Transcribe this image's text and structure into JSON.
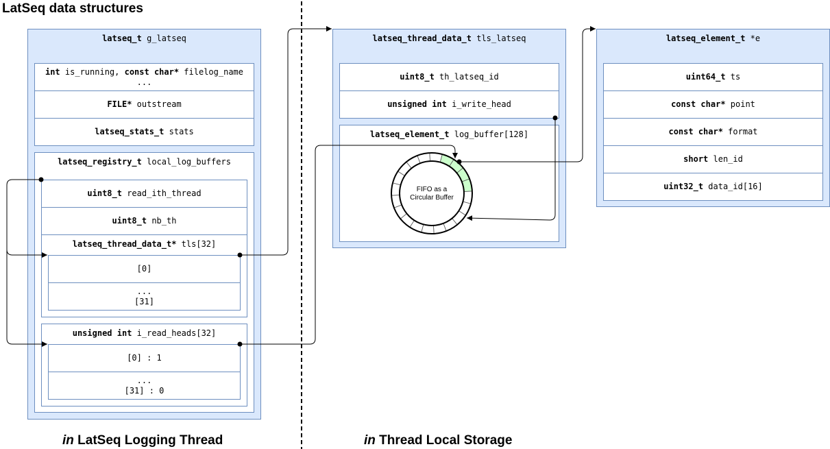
{
  "title": "LatSeq data structures",
  "footer": {
    "left": {
      "em": "in",
      "rest": " LatSeq Logging Thread"
    },
    "right": {
      "em": "in",
      "rest": " Thread Local Storage"
    }
  },
  "g_latseq": {
    "type": "latseq_t",
    "name": " g_latseq",
    "f1": {
      "t1": "int",
      "n1": " is_running, ",
      "t2": "const char*",
      "n2": " filelog_name",
      "more": "..."
    },
    "f2": {
      "t": "FILE*",
      "n": " outstream"
    },
    "f3": {
      "t": "latseq_stats_t",
      "n": " stats"
    }
  },
  "registry": {
    "type": "latseq_registry_t",
    "name": " local_log_buffers",
    "read_ith": {
      "t": "uint8_t",
      "n": " read_ith_thread"
    },
    "nb_th": {
      "t": "uint8_t",
      "n": " nb_th"
    },
    "tls": {
      "t": "latseq_thread_data_t*",
      "n": " tls[32]",
      "first": "[0]",
      "dots": "...",
      "last": "[31]"
    },
    "heads": {
      "t": "unsigned int",
      "n": " i_read_heads[32]",
      "first": "[0] : 1",
      "dots": "...",
      "last": "[31] : 0"
    }
  },
  "tls_latseq": {
    "type": "latseq_thread_data_t",
    "name": " tls_latseq",
    "f1": {
      "t": "uint8_t",
      "n": " th_latseq_id"
    },
    "f2": {
      "t": "unsigned int",
      "n": " i_write_head"
    },
    "buf": {
      "t": "latseq_element_t",
      "n": " log_buffer[128]"
    },
    "ring": {
      "line1": "FIFO as a",
      "line2": "Circular Buffer",
      "segments": 20,
      "highlight_color": "#ccffcc",
      "highlight_segments": [
        0,
        1,
        2,
        3
      ]
    }
  },
  "element": {
    "type": "latseq_element_t",
    "name": " *e",
    "f1": {
      "t": "uint64_t",
      "n": " ts"
    },
    "f2": {
      "t": "const char*",
      "n": " point"
    },
    "f3": {
      "t": "const char*",
      "n": " format"
    },
    "f4": {
      "t": "short",
      "n": " len_id"
    },
    "f5": {
      "t": "uint32_t",
      "n": " data_id[16]"
    }
  }
}
